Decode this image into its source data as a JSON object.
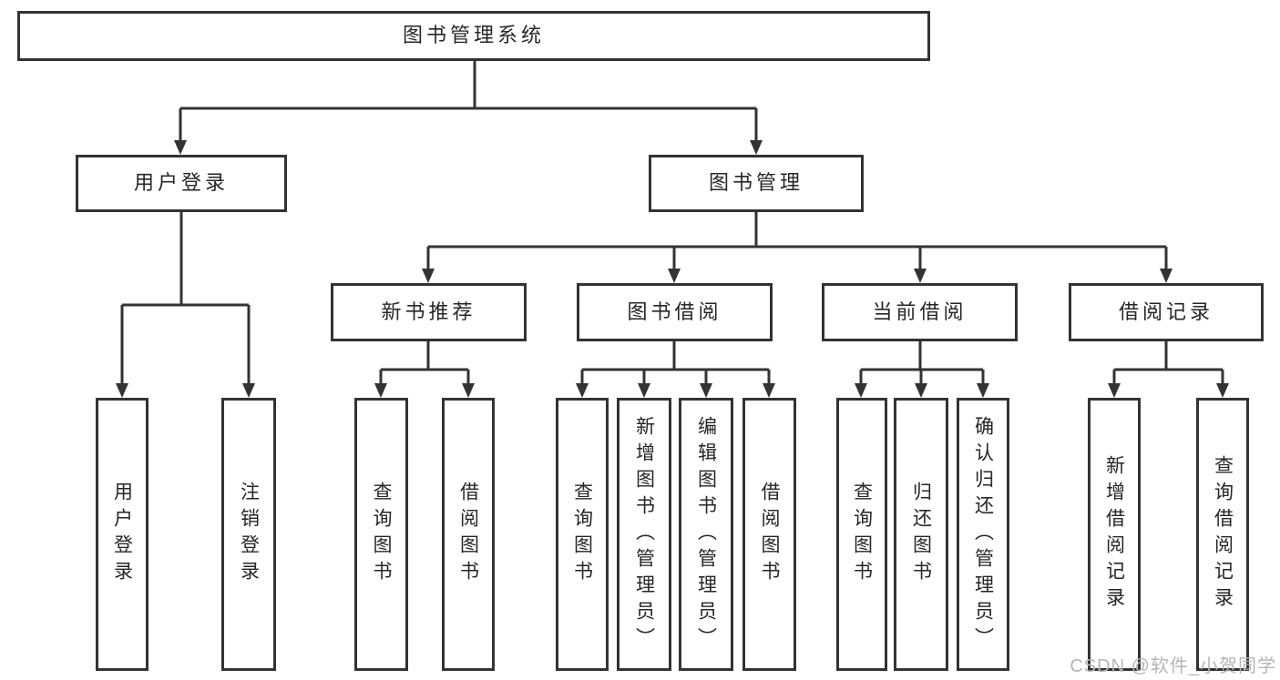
{
  "diagram": {
    "root": {
      "label": "图书管理系统"
    },
    "level2": [
      {
        "label": "用户登录"
      },
      {
        "label": "图书管理"
      }
    ],
    "level3": [
      {
        "label": "新书推荐"
      },
      {
        "label": "图书借阅"
      },
      {
        "label": "当前借阅"
      },
      {
        "label": "借阅记录"
      }
    ],
    "leaves": {
      "user_login": [
        "用户登录",
        "注销登录"
      ],
      "new_book_rec": [
        "查询图书",
        "借阅图书"
      ],
      "book_borrow": [
        "查询图书",
        "新增图书（管理员）",
        "编辑图书（管理员）",
        "借阅图书"
      ],
      "current_borrow": [
        "查询图书",
        "归还图书",
        "确认归还（管理员）"
      ],
      "borrow_record": [
        "新增借阅记录",
        "查询借阅记录"
      ]
    },
    "colors": {
      "line": "#333333",
      "text": "#262626",
      "background": "#ffffff",
      "watermark": "#b5b5b5"
    },
    "watermark": {
      "text": "CSDN @软件_小贺同学"
    }
  }
}
